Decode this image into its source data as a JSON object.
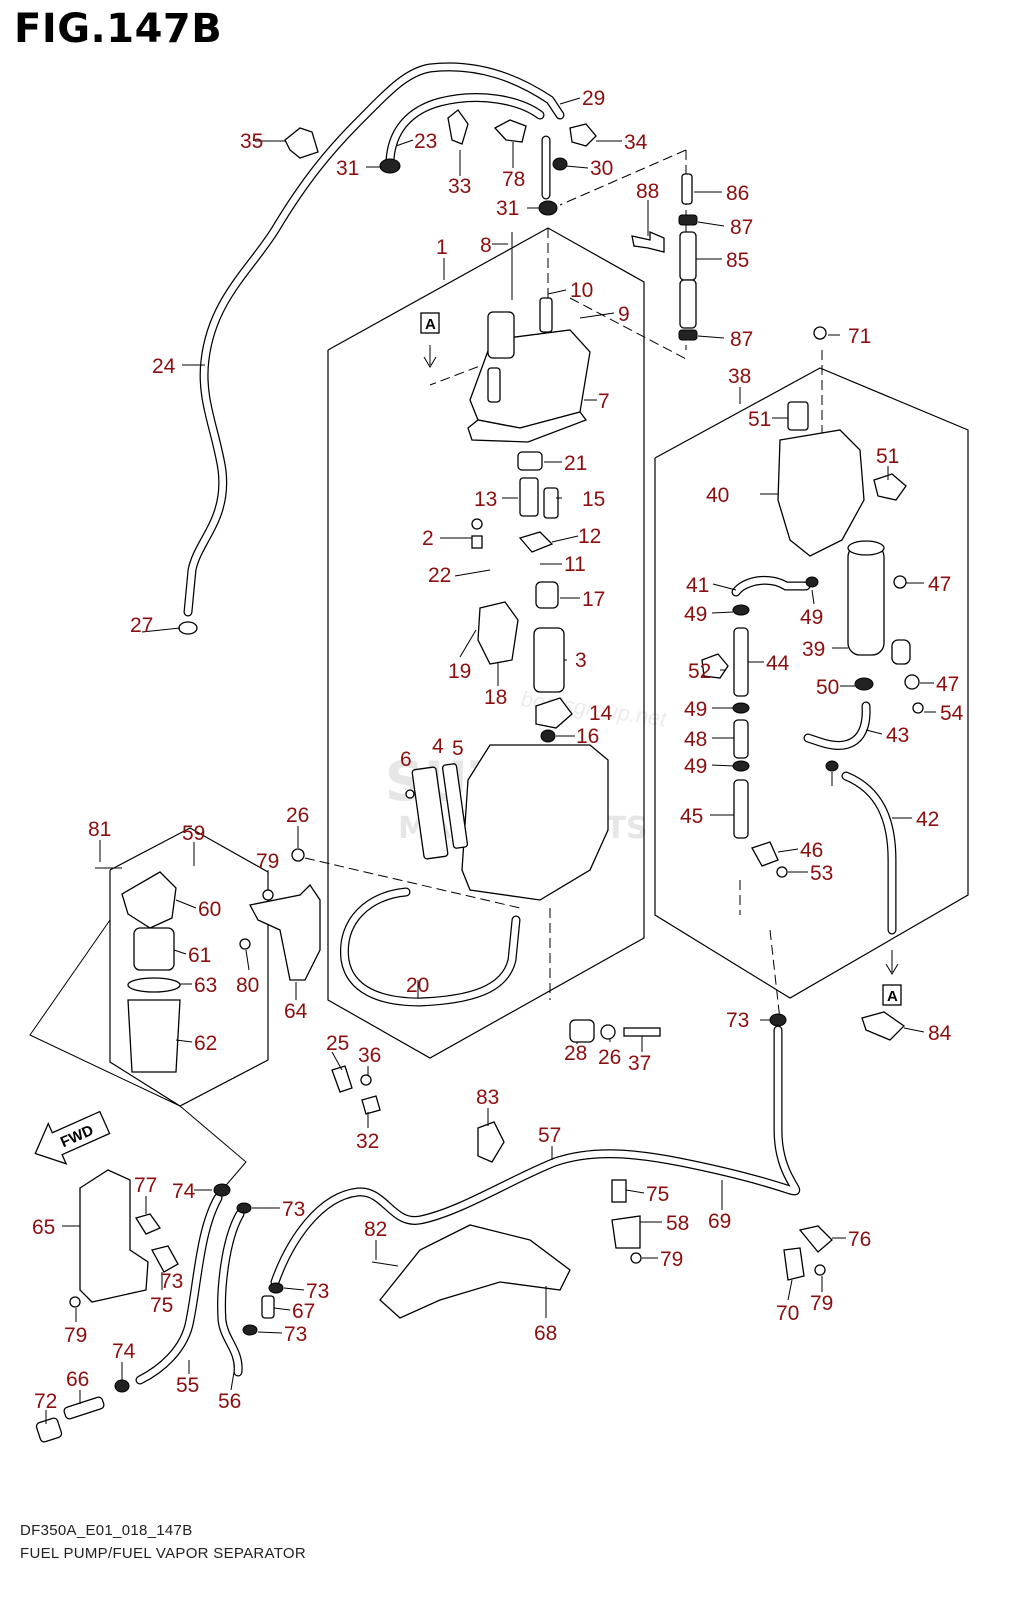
{
  "figure": {
    "title": "FIG.147B",
    "footer_code": "DF350A_E01_018_147B",
    "footer_caption": "FUEL PUMP/FUEL VAPOR SEPARATOR",
    "ref_a": "A",
    "ref_a2": "A",
    "fwd_label": "FWD",
    "watermark_brand": "SUZUKI",
    "watermark_sub": "MARINE PARTS",
    "watermark_site": "boatsgroup.net"
  },
  "colors": {
    "label": "#8b0f0f",
    "line": "#000000",
    "watermark": "#e6e6e6"
  },
  "callouts": [
    "1",
    "2",
    "3",
    "4",
    "5",
    "6",
    "7",
    "8",
    "9",
    "10",
    "11",
    "12",
    "13",
    "14",
    "15",
    "16",
    "17",
    "18",
    "19",
    "20",
    "21",
    "22",
    "23",
    "24",
    "25",
    "26",
    "26",
    "27",
    "28",
    "29",
    "30",
    "31",
    "31",
    "32",
    "33",
    "34",
    "35",
    "36",
    "37",
    "38",
    "39",
    "40",
    "41",
    "42",
    "43",
    "44",
    "45",
    "46",
    "47",
    "47",
    "48",
    "49",
    "49",
    "49",
    "49",
    "50",
    "51",
    "51",
    "52",
    "53",
    "54",
    "55",
    "56",
    "57",
    "58",
    "59",
    "60",
    "61",
    "62",
    "63",
    "64",
    "65",
    "66",
    "67",
    "68",
    "69",
    "70",
    "71",
    "72",
    "73",
    "73",
    "73",
    "73",
    "73",
    "74",
    "74",
    "75",
    "75",
    "76",
    "77",
    "78",
    "79",
    "79",
    "79",
    "79",
    "80",
    "81",
    "82",
    "83",
    "84",
    "85",
    "86",
    "87",
    "87",
    "88"
  ]
}
